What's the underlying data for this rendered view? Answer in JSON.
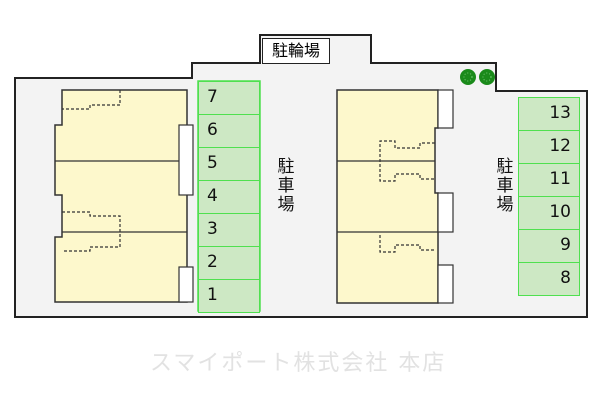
{
  "bicycle_parking": "駐輪場",
  "parking_label_left": [
    "駐",
    "車",
    "場"
  ],
  "parking_label_right": [
    "駐",
    "車",
    "場"
  ],
  "left_slots": [
    "7",
    "6",
    "5",
    "4",
    "3",
    "2",
    "1"
  ],
  "right_slots": [
    "13",
    "12",
    "11",
    "10",
    "9",
    "8"
  ],
  "watermark": "スマイポート株式会社 本店",
  "colors": {
    "building": "#fdf8cc",
    "parking": "#cde8c4",
    "parking_border": "#4fe04f",
    "ground": "#f3f3f3",
    "tree": "#1a8a1a"
  }
}
